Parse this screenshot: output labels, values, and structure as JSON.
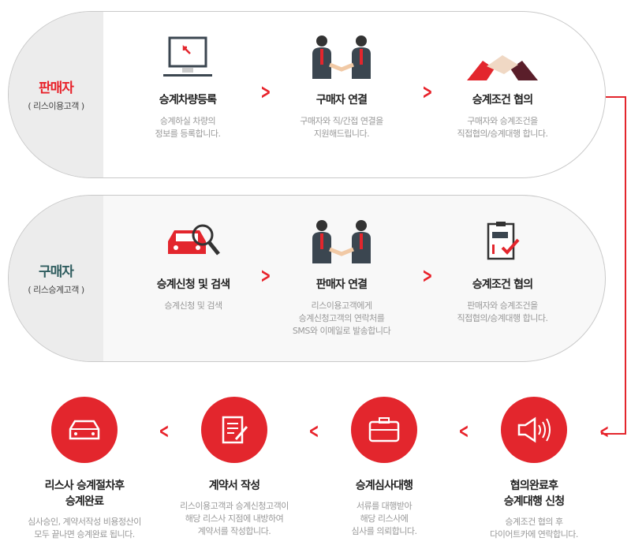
{
  "seller": {
    "title": "판매자",
    "subtitle": "( 리스이용고객 )",
    "steps": [
      {
        "title": "승계차량등록",
        "desc": [
          "승계하실 차량의",
          "정보를 등록합니다."
        ],
        "icon": "monitor-cursor-icon"
      },
      {
        "title": "구매자 연결",
        "desc": [
          "구매자와 직/간접 연결을",
          "지원해드립니다."
        ],
        "icon": "handshake-people-icon"
      },
      {
        "title": "승계조건 협의",
        "desc": [
          "구매자와 승계조건을",
          "직접협의/승계대행 합니다."
        ],
        "icon": "handshake-icon"
      }
    ]
  },
  "buyer": {
    "title": "구매자",
    "subtitle": "( 리스승계고객 )",
    "steps": [
      {
        "title": "승계신청 및 검색",
        "desc": [
          "승계신청 및 검색"
        ],
        "icon": "car-search-icon"
      },
      {
        "title": "판매자 연결",
        "desc": [
          "리스이용고객에게",
          "승계신청고객의 연락처를",
          "SMS와 이메일로 발송합니다"
        ],
        "icon": "handshake-people-icon"
      },
      {
        "title": "승계조건 협의",
        "desc": [
          "판매자와 승계조건을",
          "직접협의/승계대행 합니다."
        ],
        "icon": "checklist-icon"
      }
    ]
  },
  "bottom": [
    {
      "title": [
        "리스사 승계절차후",
        "승계완료"
      ],
      "desc": [
        "심사승인, 계약서작성 비용정산이",
        "모두 끝나면 승계완료 됩니다."
      ],
      "icon": "car-icon"
    },
    {
      "title": [
        "계약서 작성"
      ],
      "desc": [
        "리스이용고객과 승계신청고객이",
        "해당 리스사 지점에 내방하여",
        "계약서를 작성합니다."
      ],
      "icon": "contract-icon"
    },
    {
      "title": [
        "승계심사대행"
      ],
      "desc": [
        "서류를 대행받아",
        "해당 리스사에",
        "심사를 의뢰합니다."
      ],
      "icon": "briefcase-icon"
    },
    {
      "title": [
        "협의완료후",
        "승계대행 신청"
      ],
      "desc": [
        "승계조건 협의 후",
        "다이어트카에 연락합니다."
      ],
      "icon": "speaker-icon"
    }
  ],
  "colors": {
    "accent": "#e3262d",
    "seller": "#e8222a",
    "buyer": "#2f5d5f"
  }
}
